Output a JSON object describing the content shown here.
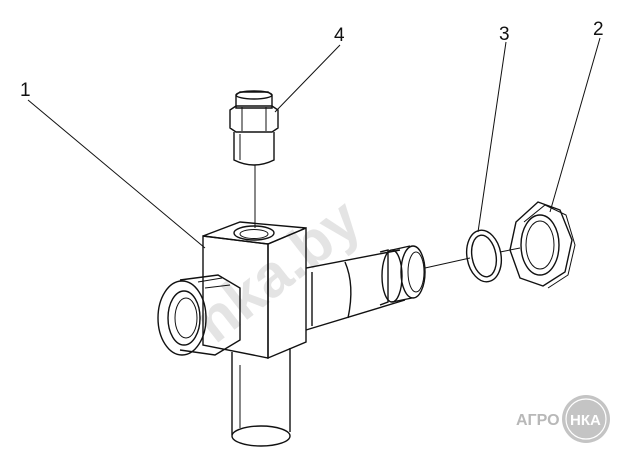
{
  "labels": {
    "part1": "1",
    "part2": "2",
    "part3": "3",
    "part4": "4"
  },
  "watermark": {
    "text": "nka.by"
  },
  "logo": {
    "left": "АГРО",
    "circle": "НКА"
  },
  "colors": {
    "line": "#111111",
    "watermark": "#d9d9d9",
    "logo": "#b8b8b8"
  }
}
